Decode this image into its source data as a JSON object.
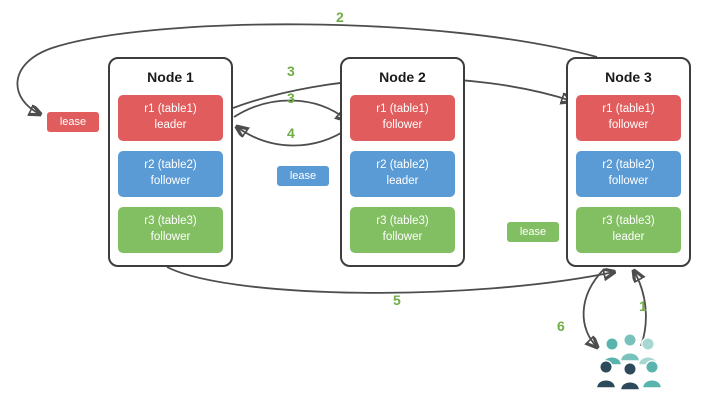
{
  "diagram": {
    "nodes": [
      {
        "title": "Node 1",
        "ranges": [
          {
            "name": "r1 (table1)",
            "role": "leader",
            "color": "#e15c5c"
          },
          {
            "name": "r2 (table2)",
            "role": "follower",
            "color": "#5b9bd5"
          },
          {
            "name": "r3 (table3)",
            "role": "follower",
            "color": "#82bf62"
          }
        ]
      },
      {
        "title": "Node 2",
        "ranges": [
          {
            "name": "r1 (table1)",
            "role": "follower",
            "color": "#e15c5c"
          },
          {
            "name": "r2 (table2)",
            "role": "leader",
            "color": "#5b9bd5"
          },
          {
            "name": "r3 (table3)",
            "role": "follower",
            "color": "#82bf62"
          }
        ]
      },
      {
        "title": "Node 3",
        "ranges": [
          {
            "name": "r1 (table1)",
            "role": "follower",
            "color": "#e15c5c"
          },
          {
            "name": "r2 (table2)",
            "role": "follower",
            "color": "#5b9bd5"
          },
          {
            "name": "r3 (table3)",
            "role": "leader",
            "color": "#82bf62"
          }
        ]
      }
    ],
    "leases": [
      {
        "label": "lease",
        "target": "r1",
        "color": "#e15c5c"
      },
      {
        "label": "lease",
        "target": "r2",
        "color": "#5b9bd5"
      },
      {
        "label": "lease",
        "target": "r3",
        "color": "#82bf62"
      }
    ],
    "steps": {
      "s1": "1",
      "s2": "2",
      "s3a": "3",
      "s3b": "3",
      "s4": "4",
      "s5": "5",
      "s6": "6"
    },
    "colors": {
      "arrow": "#4d4d4d",
      "step_label": "#70ad47",
      "node_border": "#3d3d3d",
      "red": "#e15c5c",
      "blue": "#5b9bd5",
      "green": "#82bf62",
      "users_teal": "#5ab4ae",
      "users_light_teal": "#a6d7d3",
      "users_dark": "#2d4a5a"
    }
  }
}
